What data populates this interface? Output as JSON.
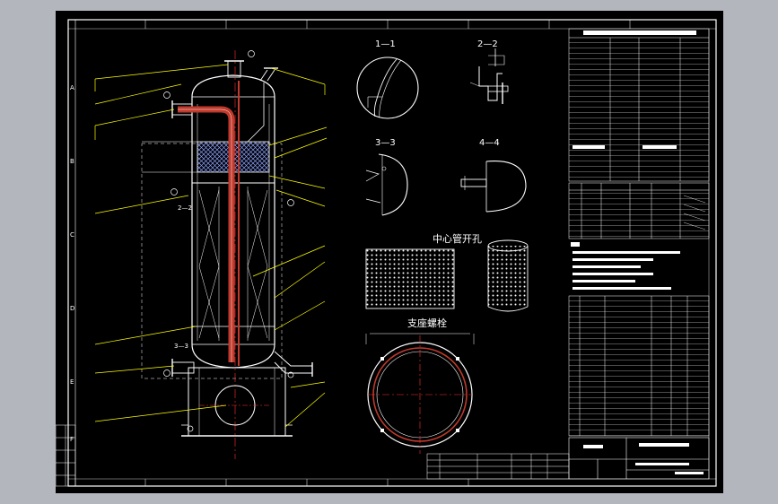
{
  "drawing": {
    "section_labels": [
      "1—1",
      "2—2",
      "3—3",
      "4—4"
    ],
    "detail_titles": {
      "perforation": "中心管开孔",
      "support_bolt": "支座螺栓"
    },
    "inline_labels": [
      "2—2",
      "3—3"
    ],
    "border_letters": [
      "A",
      "B",
      "C",
      "D",
      "E",
      "F"
    ]
  },
  "colors": {
    "background": "#000000",
    "frame": "#ffffff",
    "leader": "#ffff00",
    "vessel": "#ffffff",
    "pipe": "#c0392b",
    "centerline": "#ff3030",
    "mesh": "#8aa0ff",
    "outside": "#b3b7bd"
  }
}
